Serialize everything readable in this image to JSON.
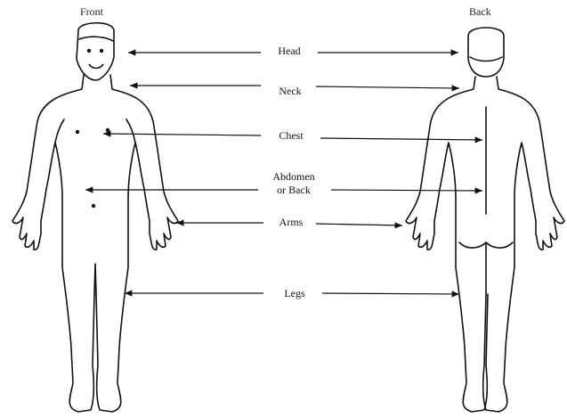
{
  "views": {
    "front": "Front",
    "back": "Back"
  },
  "parts": [
    {
      "id": "head",
      "label": "Head"
    },
    {
      "id": "neck",
      "label": "Neck"
    },
    {
      "id": "chest",
      "label": "Chest"
    },
    {
      "id": "abdomen",
      "label": "Abdomen\nor Back"
    },
    {
      "id": "arms",
      "label": "Arms"
    },
    {
      "id": "legs",
      "label": "Legs"
    }
  ],
  "colors": {
    "ink": "#111111",
    "background": "#ffffff"
  }
}
